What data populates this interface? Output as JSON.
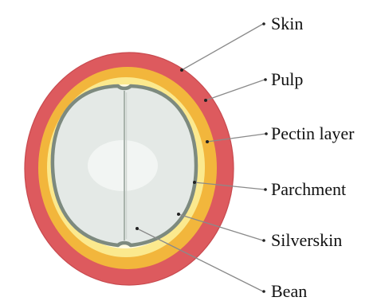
{
  "diagram": {
    "labels": {
      "skin": "Skin",
      "pulp": "Pulp",
      "pectin_layer": "Pectin layer",
      "parchment": "Parchment",
      "silverskin": "Silverskin",
      "bean": "Bean"
    },
    "colors": {
      "skin": "#dd5a5e",
      "pulp": "#f2b63c",
      "pectin_layer": "#fbe98e",
      "parchment": "#fffbe2",
      "silverskin": "#7d8a7f",
      "bean": "#e4e9e6",
      "bean_highlight": "#f2f5f3",
      "leader": "#8a8a8a"
    }
  }
}
